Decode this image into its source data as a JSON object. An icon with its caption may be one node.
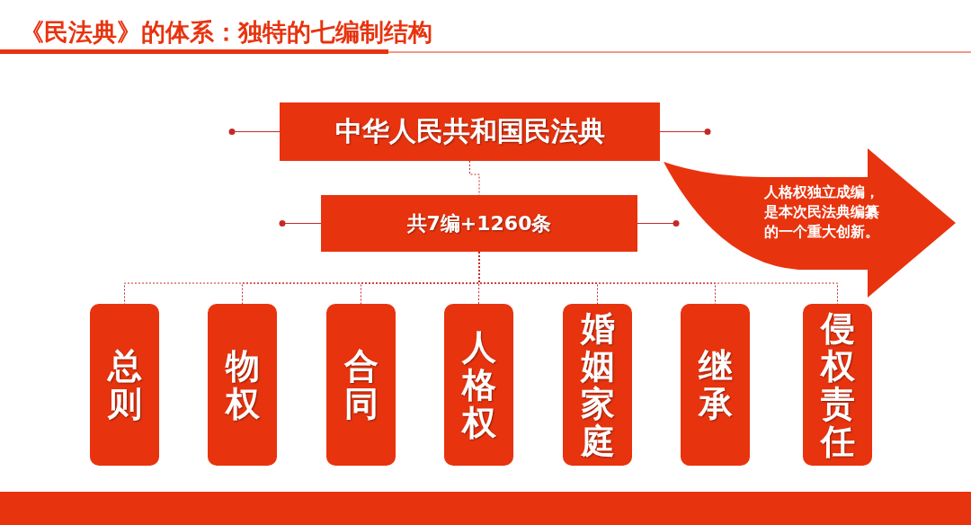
{
  "diagram": {
    "title": "《民法典》的体系：独特的七编制结构",
    "nodes": [
      {
        "text": [
          "中华人民共和国民法典"
        ]
      },
      {
        "text": [
          "共7编+1260条"
        ]
      },
      {
        "text": [
          "总则"
        ]
      },
      {
        "text": [
          "物权"
        ]
      },
      {
        "text": [
          "合同"
        ]
      },
      {
        "text": [
          "人格权"
        ]
      },
      {
        "text": [
          "婚姻家庭"
        ]
      },
      {
        "text": [
          "继承"
        ]
      },
      {
        "text": [
          "侵权责任"
        ]
      },
      {
        "text": [
          "人格权独立成编，是本次民法典编纂的一个重大创新。"
        ]
      }
    ],
    "edges": [
      {
        "from": 0,
        "to": 1,
        "arrow": "none",
        "style": "dashed"
      },
      {
        "from": 1,
        "to": 2,
        "arrow": "none",
        "style": "dashed"
      },
      {
        "from": 1,
        "to": 3,
        "arrow": "none",
        "style": "dashed"
      },
      {
        "from": 1,
        "to": 4,
        "arrow": "none",
        "style": "dashed"
      },
      {
        "from": 1,
        "to": 5,
        "arrow": "none",
        "style": "dashed"
      },
      {
        "from": 1,
        "to": 6,
        "arrow": "none",
        "style": "dashed"
      },
      {
        "from": 1,
        "to": 7,
        "arrow": "none",
        "style": "dashed"
      },
      {
        "from": 1,
        "to": 8,
        "arrow": "none",
        "style": "dashed"
      },
      {
        "from": 0,
        "to": null,
        "arrow": "other"
      },
      {
        "from": 0,
        "to": null,
        "arrow": "other"
      },
      {
        "from": 1,
        "to": null,
        "arrow": "other"
      },
      {
        "from": 1,
        "to": null,
        "arrow": "other"
      }
    ]
  }
}
